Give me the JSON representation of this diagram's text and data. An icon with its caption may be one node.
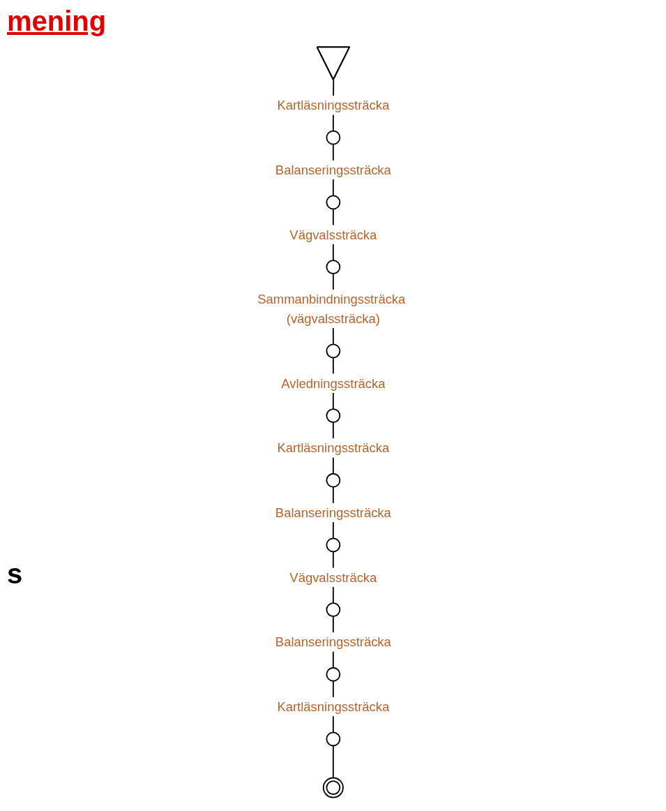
{
  "diagram": {
    "nodes": [
      {
        "text": [],
        "shape": "triangle"
      },
      {
        "text": [],
        "shape": "circle"
      },
      {
        "text": [],
        "shape": "circle"
      },
      {
        "text": [],
        "shape": "circle"
      },
      {
        "text": [],
        "shape": "circle"
      },
      {
        "text": [],
        "shape": "circle"
      },
      {
        "text": [],
        "shape": "circle"
      },
      {
        "text": [],
        "shape": "circle"
      },
      {
        "text": [],
        "shape": "circle"
      },
      {
        "text": [],
        "shape": "circle"
      },
      {
        "text": [],
        "shape": "circle"
      },
      {
        "text": [],
        "shape": "doublecircle"
      }
    ],
    "edges": [
      {
        "from": 0,
        "to": 1,
        "arrow": "none",
        "label": "Kartläsningssträcka"
      },
      {
        "from": 1,
        "to": 2,
        "arrow": "none",
        "label": "Balanseringssträcka"
      },
      {
        "from": 2,
        "to": 3,
        "arrow": "none",
        "label": "Vägvalssträcka"
      },
      {
        "from": 3,
        "to": 4,
        "arrow": "none",
        "label": "Sammanbindningssträcka (vägvalssträcka)"
      },
      {
        "from": 4,
        "to": 5,
        "arrow": "none",
        "label": "Avledningssträcka"
      },
      {
        "from": 5,
        "to": 6,
        "arrow": "none",
        "label": "Kartläsningssträcka"
      },
      {
        "from": 6,
        "to": 7,
        "arrow": "none",
        "label": "Balanseringssträcka"
      },
      {
        "from": 7,
        "to": 8,
        "arrow": "none",
        "label": "Vägvalssträcka"
      },
      {
        "from": 8,
        "to": 9,
        "arrow": "none",
        "label": "Balanseringssträcka"
      },
      {
        "from": 9,
        "to": 10,
        "arrow": "none",
        "label": "Kartläsningssträcka"
      },
      {
        "from": 10,
        "to": 11,
        "arrow": "none"
      }
    ],
    "labels": [
      "mening",
      "s"
    ]
  }
}
